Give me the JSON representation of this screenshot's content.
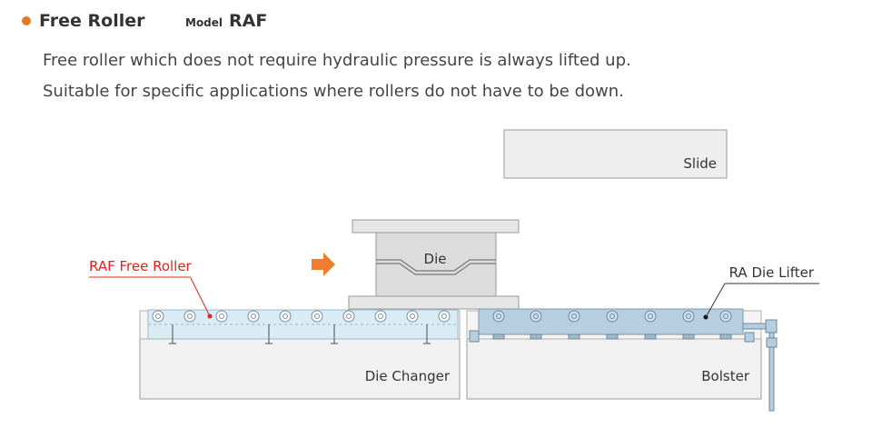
{
  "header": {
    "title": "Free Roller",
    "model_label": "Model",
    "model_value": "RAF",
    "bullet_color": "#e07b2a"
  },
  "description": {
    "line1": "Free roller which does not require hydraulic pressure is always lifted up.",
    "line2": "Suitable for specific applications where rollers do not have to be down."
  },
  "diagram": {
    "slide_label": "Slide",
    "die_label": "Die",
    "free_roller_label": "RAF Free Roller",
    "die_lifter_label": "RA Die Lifter",
    "die_changer_label": "Die Changer",
    "bolster_label": "Bolster",
    "accent_color": "#e0231c",
    "arrow_color": "#ee7d2f"
  }
}
